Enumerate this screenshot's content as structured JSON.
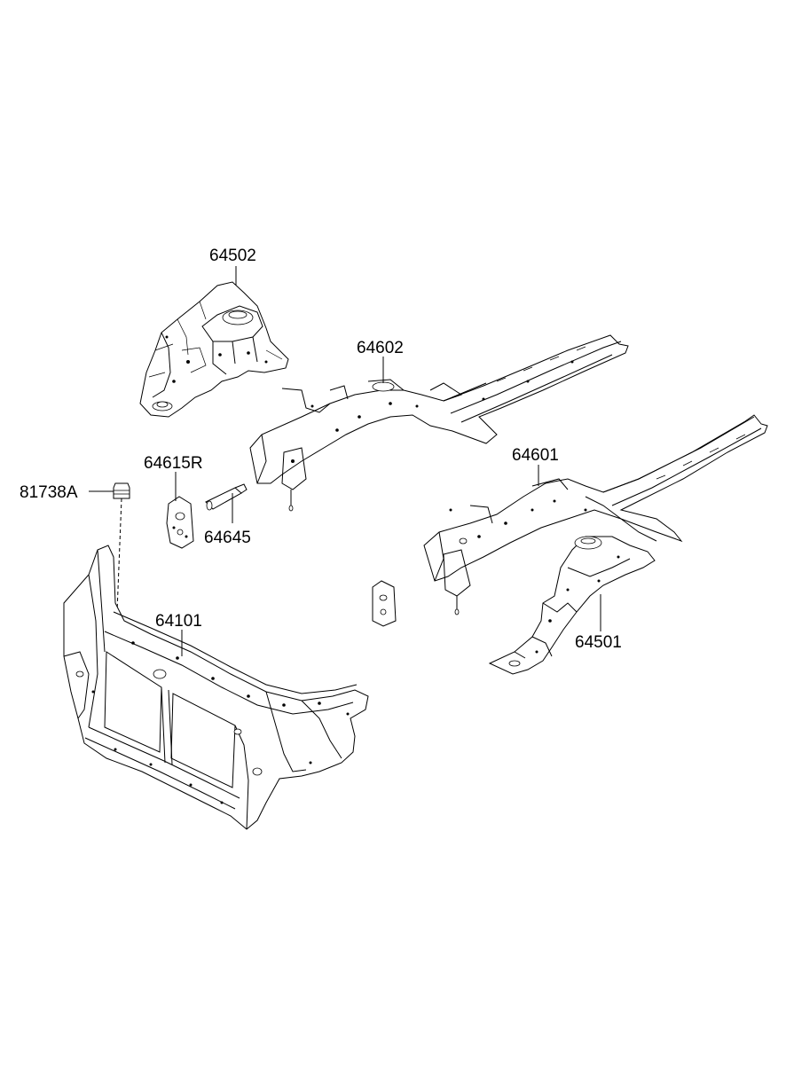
{
  "diagram": {
    "labels": {
      "p64502": "64502",
      "p64602": "64602",
      "p64615R": "64615R",
      "p81738A": "81738A",
      "p64645": "64645",
      "p64601": "64601",
      "p64101": "64101",
      "p64501": "64501"
    }
  }
}
